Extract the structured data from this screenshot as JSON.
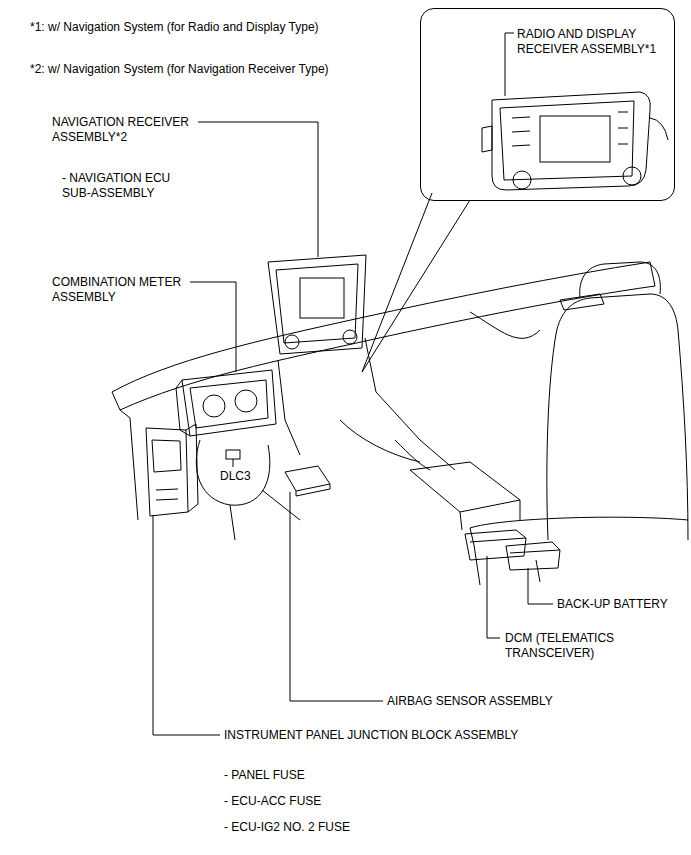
{
  "diagram": {
    "nodes": [
      {
        "text": [
          "RADIO AND DISPLAY RECEIVER ASSEMBLY*1"
        ]
      }
    ],
    "labels": [
      "*1: w/ Navigation System (for Radio and Display Type)",
      "*2: w/ Navigation System (for Navigation Receiver Type)",
      "NAVIGATION RECEIVER ASSEMBLY*2",
      "- NAVIGATION ECU SUB-ASSEMBLY",
      "COMBINATION METER ASSEMBLY",
      "DLC3",
      "BACK-UP BATTERY",
      "DCM (TELEMATICS TRANSCEIVER)",
      "AIRBAG SENSOR ASSEMBLY",
      "INSTRUMENT PANEL JUNCTION BLOCK ASSEMBLY",
      "- PANEL FUSE",
      "- ECU-ACC FUSE",
      "- ECU-IG2 NO. 2 FUSE"
    ]
  }
}
